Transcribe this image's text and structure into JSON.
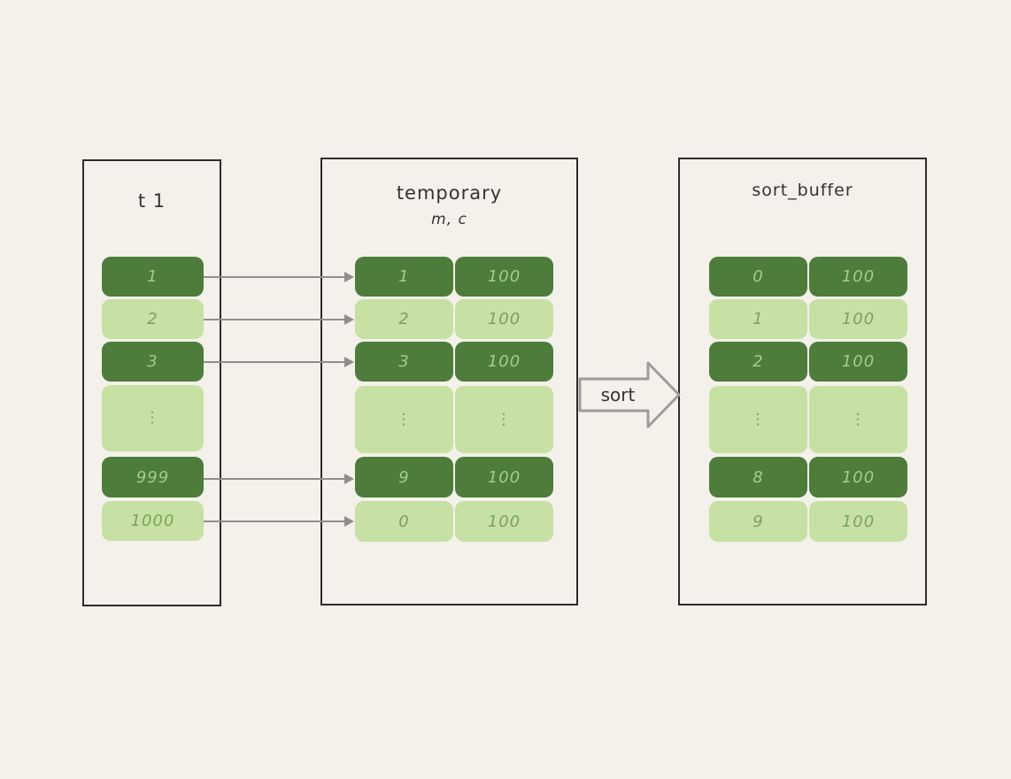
{
  "canvas": {
    "background": "#f3f1ea"
  },
  "colors": {
    "dark_green": "#4d7c3b",
    "light_green": "#c7e0a4",
    "text_on_dark": "#a6cc89",
    "text_on_light": "#7aa35a",
    "panel_border": "#2e2d29",
    "connector_gray": "#8f8f8a",
    "title_text": "#34332e"
  },
  "panels": [
    {
      "name": "t1",
      "title": "t 1",
      "rows": [
        {
          "shade": "dark",
          "cells": [
            "1"
          ]
        },
        {
          "shade": "light",
          "cells": [
            "2"
          ]
        },
        {
          "shade": "dark",
          "cells": [
            "3"
          ]
        },
        {
          "shade": "light",
          "dots": true,
          "cells": [
            "⋮"
          ]
        },
        {
          "shade": "dark",
          "cells": [
            "999"
          ]
        },
        {
          "shade": "light",
          "cells": [
            "1000"
          ]
        }
      ]
    },
    {
      "name": "temporary",
      "title": "temporary",
      "subtitle": "m, c",
      "rows": [
        {
          "shade": "dark",
          "cells": [
            "1",
            "100"
          ]
        },
        {
          "shade": "light",
          "cells": [
            "2",
            "100"
          ]
        },
        {
          "shade": "dark",
          "cells": [
            "3",
            "100"
          ]
        },
        {
          "shade": "light",
          "dots": true,
          "cells": [
            "⋮",
            "⋮"
          ]
        },
        {
          "shade": "dark",
          "cells": [
            "9",
            "100"
          ]
        },
        {
          "shade": "light",
          "cells": [
            "0",
            "100"
          ]
        }
      ]
    },
    {
      "name": "sort_buffer",
      "title": "sort_buffer",
      "rows": [
        {
          "shade": "dark",
          "cells": [
            "0",
            "100"
          ]
        },
        {
          "shade": "light",
          "cells": [
            "1",
            "100"
          ]
        },
        {
          "shade": "dark",
          "cells": [
            "2",
            "100"
          ]
        },
        {
          "shade": "light",
          "dots": true,
          "cells": [
            "⋮",
            "⋮"
          ]
        },
        {
          "shade": "dark",
          "cells": [
            "8",
            "100"
          ]
        },
        {
          "shade": "light",
          "cells": [
            "9",
            "100"
          ]
        }
      ]
    }
  ],
  "sort_arrow": {
    "label": "sort"
  }
}
